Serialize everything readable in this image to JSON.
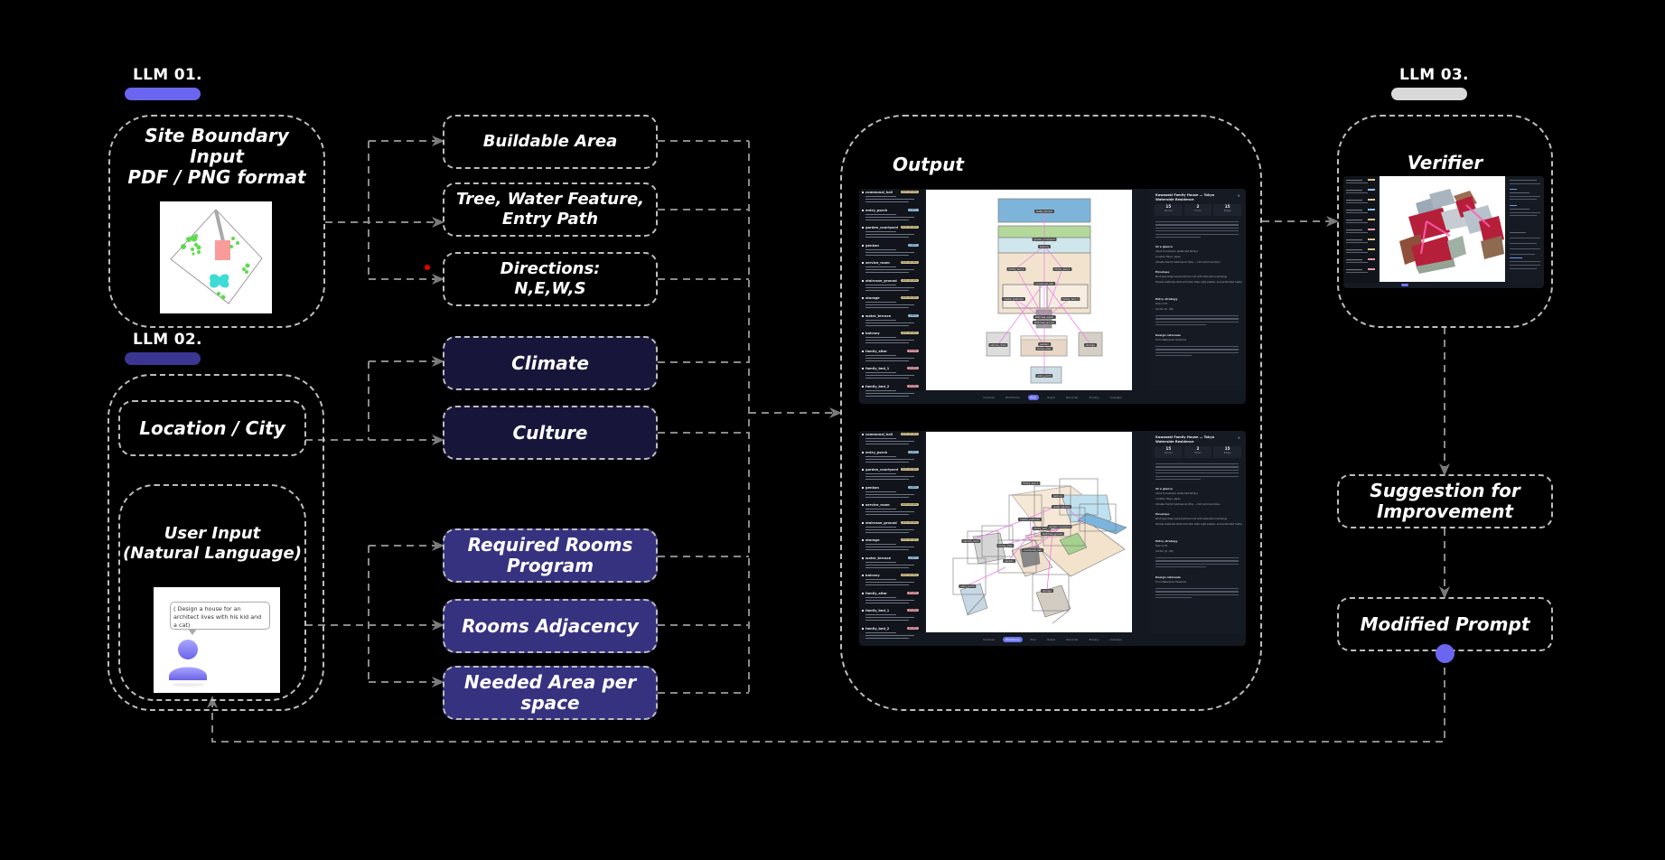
{
  "llm1": {
    "label": "LLM 01.",
    "bar_color": "#6b66f0"
  },
  "llm2": {
    "label": "LLM 02.",
    "bar_color": "#3a3691"
  },
  "llm3": {
    "label": "LLM 03.",
    "bar_color": "#d9d9d9"
  },
  "site_boundary": {
    "line1": "Site Boundary",
    "line2": "Input",
    "line3": "PDF / PNG format"
  },
  "site_outputs": [
    {
      "line1": "Buildable Area",
      "line2": ""
    },
    {
      "line1": "Tree, Water Feature,",
      "line2": "Entry Path"
    },
    {
      "line1": "Directions:",
      "line2": "N,E,W,S"
    }
  ],
  "location": {
    "label": "Location / City"
  },
  "location_outputs": [
    {
      "label": "Climate"
    },
    {
      "label": "Culture"
    }
  ],
  "user_input": {
    "line1": "User Input",
    "line2": "(Natural Language)",
    "speech_bubble": "( Design a house for an architect lives with his kid and a cat)"
  },
  "program_outputs": [
    {
      "line1": "Required Rooms",
      "line2": "Program"
    },
    {
      "line1": "Rooms Adjacency",
      "line2": ""
    },
    {
      "line1": "Needed Area per",
      "line2": "space"
    }
  ],
  "output": {
    "title": "Output",
    "app": {
      "panel_title": "Kawasaki Family House — Tokyo Waterside Residence",
      "stats": [
        {
          "value": "15",
          "label": "Rooms"
        },
        {
          "value": "2",
          "label": "Floors"
        },
        {
          "value": "15",
          "label": "Edges"
        }
      ],
      "sections": [
        "At a glance",
        "Envelope",
        "Entry strategy",
        "Design rationale"
      ],
      "glance": [
        {
          "k": "Users",
          "v": "6 members (extended family)"
        },
        {
          "k": "Location",
          "v": "Tokyo, Japan"
        },
        {
          "k": "Climate",
          "v": "Humid Subtropical (Cfa) — hot humid summer..."
        }
      ],
      "envelope": [
        {
          "k": "Roof type",
          "v": "Deep eaved pitched roof with extended overhangs"
        },
        {
          "k": "Facade materials",
          "v": "Vertical timber slats, light plaster, and perforated metal screens"
        }
      ],
      "entry": [
        {
          "k": "Side",
          "v": "north"
        },
        {
          "k": "Anchor",
          "v": "[0, -90]"
        }
      ],
      "rationale": {
        "k": "Form",
        "v": "Waterside Threshold"
      },
      "rooms": [
        {
          "name": "communal_hall",
          "badge": "semi-private",
          "badge_color": "#d9c48a"
        },
        {
          "name": "entry_porch",
          "badge": "public",
          "badge_color": "#8fc3e0"
        },
        {
          "name": "garden_courtyard",
          "badge": "semi-private",
          "badge_color": "#d9c48a"
        },
        {
          "name": "genkan",
          "badge": "public",
          "badge_color": "#8fc3e0"
        },
        {
          "name": "service_room",
          "badge": "semi-private",
          "badge_color": "#d9c48a"
        },
        {
          "name": "staircase_ground",
          "badge": "semi-private",
          "badge_color": "#d9c48a"
        },
        {
          "name": "storage",
          "badge": "semi-private",
          "badge_color": "#d9c48a"
        },
        {
          "name": "water_terrace",
          "badge": "public",
          "badge_color": "#8fc3e0"
        },
        {
          "name": "balcony",
          "badge": "semi-private",
          "badge_color": "#d9c48a"
        },
        {
          "name": "family_altar",
          "badge": "private",
          "badge_color": "#e59aa8"
        },
        {
          "name": "family_bed_1",
          "badge": "private",
          "badge_color": "#e59aa8"
        },
        {
          "name": "family_bed_2",
          "badge": "private",
          "badge_color": "#e59aa8"
        }
      ],
      "plan_labels": [
        "water_terrace",
        "garden_courtyard",
        "balcony",
        "family_bed_2",
        "family_bed_1",
        "communal_hall",
        "master_bedroom",
        "family_bed_3",
        "staircase_upper",
        "staircase_ground",
        "service_room",
        "genkan",
        "family_altar",
        "storage",
        "entry_porch"
      ],
      "wire_labels": [
        "family_bed_1",
        "balcony",
        "master_bedroom",
        "family_bed_3",
        "water_terrace",
        "communal_hall",
        "service_room",
        "family_altar",
        "staircase_ground",
        "genkan",
        "entry_porch",
        "storage",
        "garden_courtyard"
      ],
      "tabs_plan": [
        {
          "label": "Volumes",
          "active": false
        },
        {
          "label": "Wireframe",
          "active": false
        },
        {
          "label": "Plan",
          "active": true
        },
        {
          "label": "Graph",
          "active": false
        },
        {
          "label": "Recorder",
          "active": false
        },
        {
          "label": "Privacy",
          "active": false
        },
        {
          "label": "Overlaps",
          "active": false
        }
      ],
      "tabs_wire": [
        {
          "label": "Volumes",
          "active": false
        },
        {
          "label": "Wireframe",
          "active": true
        },
        {
          "label": "Plan",
          "active": false
        },
        {
          "label": "Graph",
          "active": false
        },
        {
          "label": "Recorder",
          "active": false
        },
        {
          "label": "Privacy",
          "active": false
        },
        {
          "label": "Overlaps",
          "active": false
        }
      ]
    }
  },
  "verifier": {
    "title": "Verifier"
  },
  "suggestion": {
    "line1": "Suggestion for",
    "line2": "Improvement"
  },
  "modified_prompt": {
    "label": "Modified Prompt",
    "dot_color": "#6b66f0"
  },
  "colors": {
    "dark_box": "#17163a",
    "purple_box": "#37327f",
    "wire": "#8a8a8a"
  }
}
